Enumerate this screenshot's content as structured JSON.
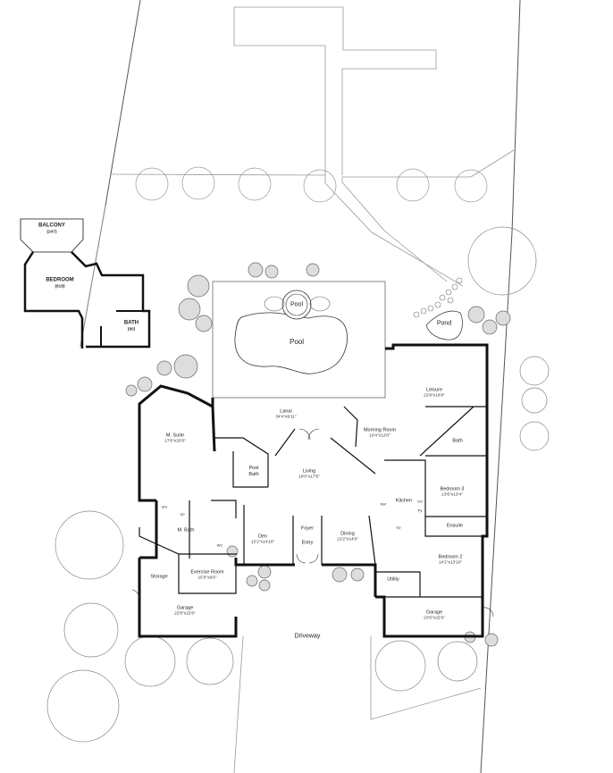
{
  "plan": {
    "wall_color": "#111111",
    "site_line_color": "#8a8a8a",
    "background": "#ffffff"
  },
  "rooms": {
    "balcony": {
      "name": "BALCONY",
      "size": "(247)"
    },
    "bedroom_upper": {
      "name": "BEDROOM",
      "size": "(818)"
    },
    "bath_upper": {
      "name": "BATH",
      "size": "(80)"
    },
    "pool_spa": {
      "name": "Pool"
    },
    "pool": {
      "name": "Pool"
    },
    "pond": {
      "name": "Pond"
    },
    "lanai": {
      "name": "Lanai",
      "size": "34'4\"x9'11\""
    },
    "leisure": {
      "name": "Leisure",
      "size": "22'8\"x18'8\""
    },
    "m_suite": {
      "name": "M. Suite",
      "size": "17'6\"x20'0\""
    },
    "morning_room": {
      "name": "Morning Room",
      "size": "10'4\"x12'0\""
    },
    "pool_bath": {
      "name": "Pool Bath"
    },
    "living": {
      "name": "Living",
      "size": "18'0\"x17'5\""
    },
    "bath": {
      "name": "Bath"
    },
    "kitchen": {
      "name": "Kitchen"
    },
    "bedroom_3": {
      "name": "Bedroom 3",
      "size": "13'6\"x13'4\""
    },
    "ensuite": {
      "name": "Ensuite"
    },
    "m_bath": {
      "name": "M. Bath"
    },
    "wc": {
      "name": "WC"
    },
    "den": {
      "name": "Den",
      "size": "12'2\"x14'10\""
    },
    "foyer": {
      "name": "Foyer"
    },
    "entry": {
      "name": "Entry"
    },
    "dining": {
      "name": "Dining",
      "size": "12'2\"x14'0\""
    },
    "bedroom_2": {
      "name": "Bedroom 2",
      "size": "14'2\"x13'10\""
    },
    "utility": {
      "name": "Utility"
    },
    "exercise_room": {
      "name": "Exercise Room",
      "size": "15'0\"x9'6\""
    },
    "storage": {
      "name": "Storage"
    },
    "garage_left": {
      "name": "Garage",
      "size": "22'8\"x22'0\""
    },
    "garage_right": {
      "name": "Garage",
      "size": "23'6\"x22'6\""
    },
    "driveway": {
      "name": "Driveway"
    }
  },
  "fixtures": {
    "shower": "Shr",
    "up_mbath": "Up",
    "up_stair": "Up",
    "oven": "OV",
    "pantry": "Py",
    "refrigerator": "Ref"
  }
}
